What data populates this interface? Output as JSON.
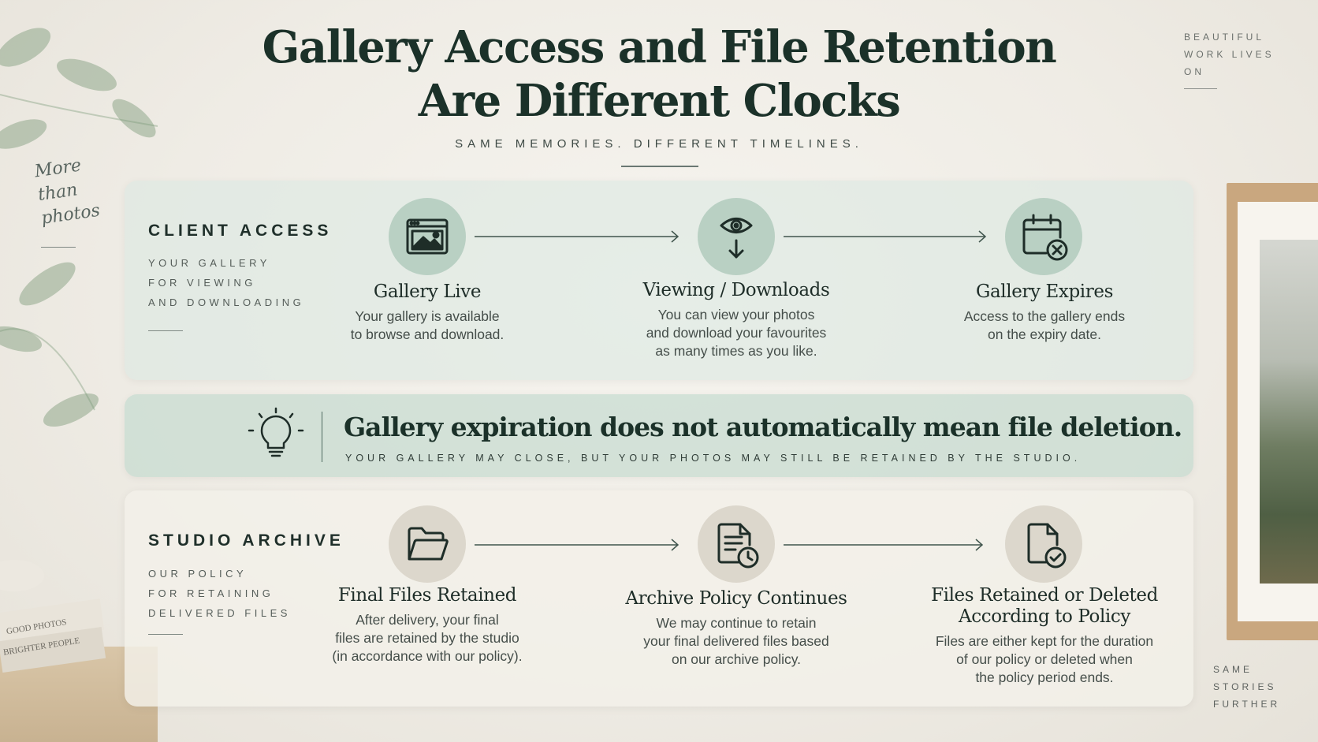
{
  "title": {
    "line1": "Gallery Access and File Retention",
    "line2": "Are Different Clocks"
  },
  "subtitle": "SAME MEMORIES. DIFFERENT TIMELINES.",
  "corner_top_right": [
    "BEAUTIFUL",
    "WORK LIVES",
    "ON"
  ],
  "corner_left_script": [
    "More",
    "than",
    "photos"
  ],
  "corner_bottom_right": [
    "SAME",
    "STORIES",
    "FURTHER"
  ],
  "books": {
    "line1": "GOOD PHOTOS",
    "line2": "BRIGHTER PEOPLE"
  },
  "client_access": {
    "title": "CLIENT ACCESS",
    "subtitle": [
      "YOUR GALLERY",
      "FOR VIEWING",
      "AND DOWNLOADING"
    ],
    "steps": [
      {
        "icon": "gallery-window-icon",
        "title": [
          "Gallery Live"
        ],
        "desc": [
          "Your gallery is available",
          "to browse and download."
        ]
      },
      {
        "icon": "eye-download-icon",
        "title": [
          "Viewing / Downloads"
        ],
        "desc": [
          "You can view your photos",
          "and download your favourites",
          "as many times as you like."
        ]
      },
      {
        "icon": "calendar-expired-icon",
        "title": [
          "Gallery Expires"
        ],
        "desc": [
          "Access to the gallery ends",
          "on the expiry date."
        ]
      }
    ]
  },
  "note": {
    "icon": "lightbulb-icon",
    "title": "Gallery expiration does not automatically mean file deletion.",
    "subtitle": "YOUR GALLERY MAY CLOSE, BUT YOUR PHOTOS MAY STILL BE RETAINED BY THE STUDIO."
  },
  "studio_archive": {
    "title": "STUDIO ARCHIVE",
    "subtitle": [
      "OUR POLICY",
      "FOR RETAINING",
      "DELIVERED FILES"
    ],
    "steps": [
      {
        "icon": "folder-icon",
        "title": [
          "Final Files Retained"
        ],
        "desc": [
          "After delivery, your final",
          "files are retained by the studio",
          "(in accordance with our policy)."
        ]
      },
      {
        "icon": "document-clock-icon",
        "title": [
          "Archive Policy Continues"
        ],
        "desc": [
          "We may continue to retain",
          "your final delivered files based",
          "on our archive policy."
        ]
      },
      {
        "icon": "document-check-icon",
        "title": [
          "Files Retained or Deleted",
          "According to Policy"
        ],
        "desc": [
          "Files are either kept for the duration",
          "of our policy or deleted when",
          "the policy period ends."
        ]
      }
    ]
  }
}
